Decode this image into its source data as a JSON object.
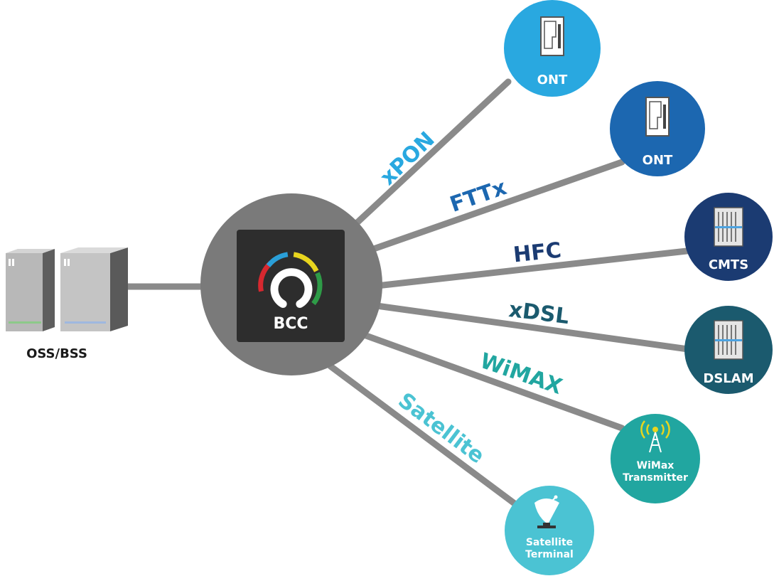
{
  "source": {
    "label": "OSS/BSS"
  },
  "hub": {
    "label": "BCC"
  },
  "links": [
    {
      "label": "xPON",
      "color": "#29a8e0"
    },
    {
      "label": "FTTx",
      "color": "#1c67b0"
    },
    {
      "label": "HFC",
      "color": "#1b3b72"
    },
    {
      "label": "xDSL",
      "color": "#1b5a6e"
    },
    {
      "label": "WiMAX",
      "color": "#21a6a0"
    },
    {
      "label": "Satellite",
      "color": "#4bc3d3"
    }
  ],
  "endpoints": [
    {
      "line1": "ONT",
      "line2": "",
      "icon": "ont-icon",
      "color": "#29a8e0"
    },
    {
      "line1": "ONT",
      "line2": "",
      "icon": "ont-icon",
      "color": "#1c67b0"
    },
    {
      "line1": "CMTS",
      "line2": "",
      "icon": "server-rack-icon",
      "color": "#1b3b72"
    },
    {
      "line1": "DSLAM",
      "line2": "",
      "icon": "server-rack-icon",
      "color": "#1b5a6e"
    },
    {
      "line1": "WiMax",
      "line2": "Transmitter",
      "icon": "antenna-tower-icon",
      "color": "#21a6a0"
    },
    {
      "line1": "Satellite",
      "line2": "Terminal",
      "icon": "satellite-dish-icon",
      "color": "#4bc3d3"
    }
  ],
  "colors": {
    "line": "#8a8a8a",
    "hub": "#7a7a7a",
    "hub_panel": "#2d2d2d",
    "gauge_blue": "#2a9fd8",
    "gauge_yellow": "#e8d51e",
    "gauge_red": "#d7282f",
    "gauge_green": "#2e9b47"
  }
}
